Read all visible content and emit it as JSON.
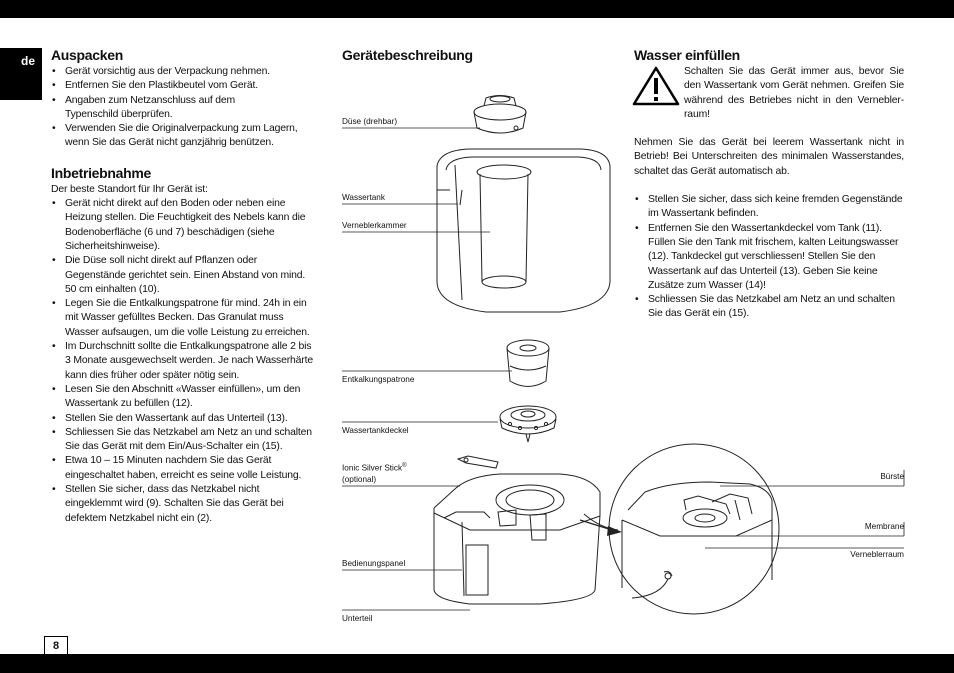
{
  "language_tab": "de",
  "page_number": "8",
  "auspacken": {
    "heading": "Auspacken",
    "items": [
      "Gerät vorsichtig aus der Verpackung nehmen.",
      "Entfernen Sie den Plastikbeutel vom Gerät.",
      "Angaben zum Netzanschluss auf dem Typenschild überprüfen.",
      "Verwenden Sie die Originalverpackung zum Lagern, wenn Sie das Gerät nicht ganzjährig benützen."
    ]
  },
  "inbetriebnahme": {
    "heading": "Inbetriebnahme",
    "intro": "Der beste Standort für Ihr Gerät ist:",
    "items": [
      "Gerät nicht direkt auf den Boden oder neben eine Heizung stellen. Die Feuchtigkeit des Nebels kann die Bodenoberfläche (6 und 7) beschädigen (siehe Sicherheitshinweise).",
      "Die Düse soll nicht direkt auf Pflanzen oder Gegenstände gerichtet sein. Einen Abstand von mind. 50 cm einhalten (10).",
      "Legen Sie die Entkalkungspatrone für mind. 24h in ein mit Wasser gefülltes Becken. Das Granulat muss Wasser aufsaugen, um die volle Leistung zu erreichen.",
      "Im Durchschnitt sollte die Entkalkungspatrone alle 2 bis 3 Monate ausgewechselt werden. Je nach Wasserhärte kann dies früher oder später nötig sein.",
      "Lesen Sie den Abschnitt «Wasser einfüllen», um den Wassertank zu befüllen (12).",
      "Stellen Sie den Wassertank auf das Unterteil (13).",
      "Schliessen Sie das Netzkabel am Netz an und schalten Sie das Gerät mit dem Ein/Aus-Schalter ein (15).",
      "Etwa 10 – 15 Minuten nachdem Sie das Gerät eingeschaltet haben, erreicht es seine volle Leistung.",
      "Stellen Sie sicher, dass das Netzkabel nicht eingeklemmt wird (9). Schalten Sie das Gerät bei defektem Netzkabel nicht ein (2)."
    ]
  },
  "geraetebeschreibung": {
    "heading": "Gerätebeschreibung",
    "labels": {
      "duese": "Düse (drehbar)",
      "wassertank": "Wassertank",
      "verneblerkammer": "Verneblerkammer",
      "entkalkungspatrone": "Entkalkungspatrone",
      "wassertankdeckel": "Wassertankdeckel",
      "ionic": "Ionic Silver Stick",
      "ionic_sup": "®",
      "optional": "(optional)",
      "bedienungspanel": "Bedienungspanel",
      "unterteil": "Unterteil",
      "buerste": "Bürste",
      "membrane": "Membrane",
      "verneblerraum": "Verneblerraum"
    }
  },
  "wasser": {
    "heading": "Wasser einfüllen",
    "warning": "Schalten Sie das Gerät immer aus, bevor Sie den Wassertank vom Gerät nehmen. Greifen Sie während des Betriebes nicht in den Vernebler-raum!",
    "paragraph": "Nehmen Sie das Gerät bei leerem Wassertank nicht in Betrieb! Bei Unterschreiten des minimalen Wasserstandes, schaltet das Gerät automatisch ab.",
    "items": [
      "Stellen Sie sicher, dass sich keine fremden Gegenstände im Wassertank befinden.",
      "Entfernen Sie den Wassertankdeckel vom Tank (11). Füllen Sie den Tank mit frischem, kalten Leitungswasser (12). Tankdeckel gut verschliessen! Stellen Sie den Wassertank auf das Unterteil (13). Geben Sie keine Zusätze zum Wasser (14)!",
      "Schliessen Sie das Netzkabel am Netz an und schalten Sie das Gerät ein (15)."
    ]
  }
}
